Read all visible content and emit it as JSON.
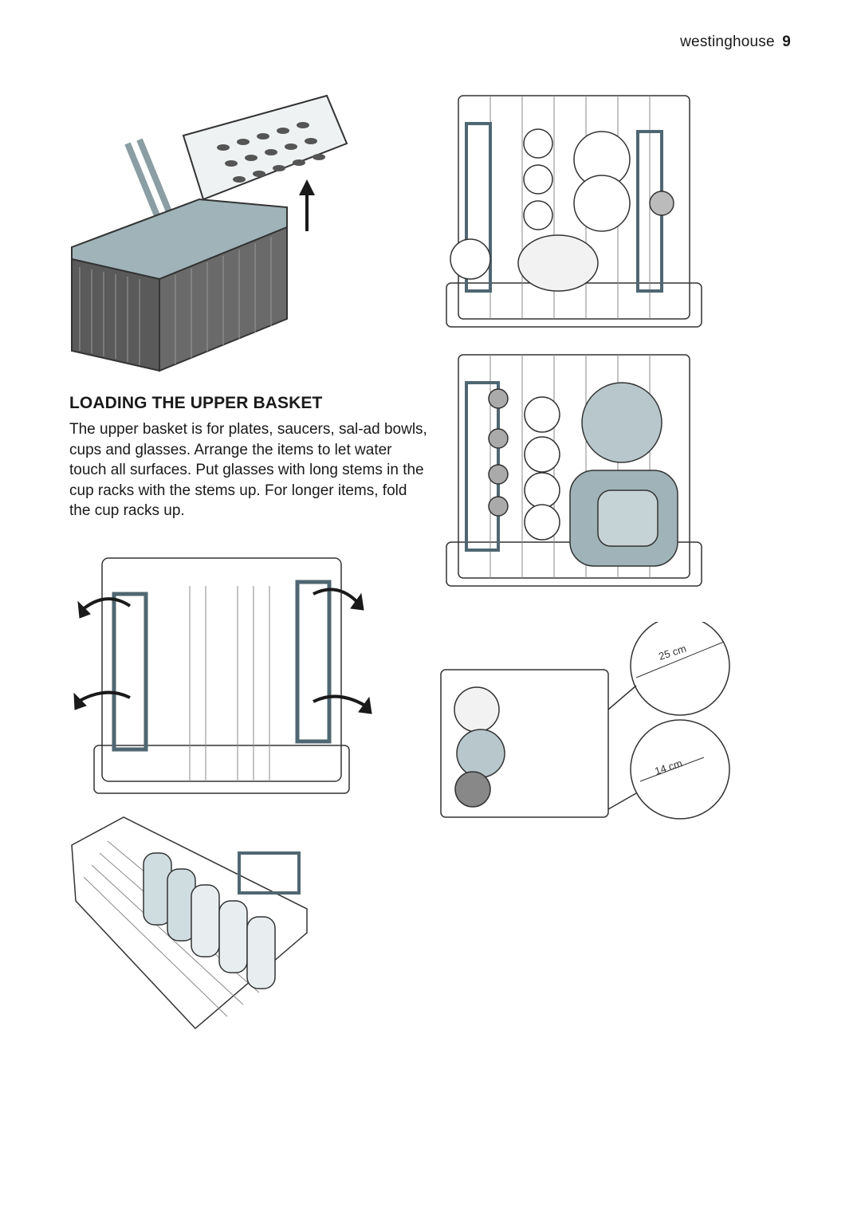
{
  "header": {
    "brand": "westinghouse",
    "page_number": "9"
  },
  "section": {
    "title": "LOADING THE UPPER BASKET",
    "body": "The upper basket is for plates, saucers, sal-ad bowls, cups and glasses. Arrange the items to let water touch all surfaces. Put glasses with long stems in the cup racks with the stems up. For longer items, fold the cup racks up."
  },
  "callouts": {
    "large_plate": "25 cm",
    "small_plate": "14 cm"
  },
  "colors": {
    "rack_accent": "#4f6772",
    "basket_fill": "#9fb3b8",
    "line": "#333333"
  },
  "icons": [
    "cutlery-basket-icon",
    "arrow-up-icon",
    "fold-arrow-icon"
  ]
}
